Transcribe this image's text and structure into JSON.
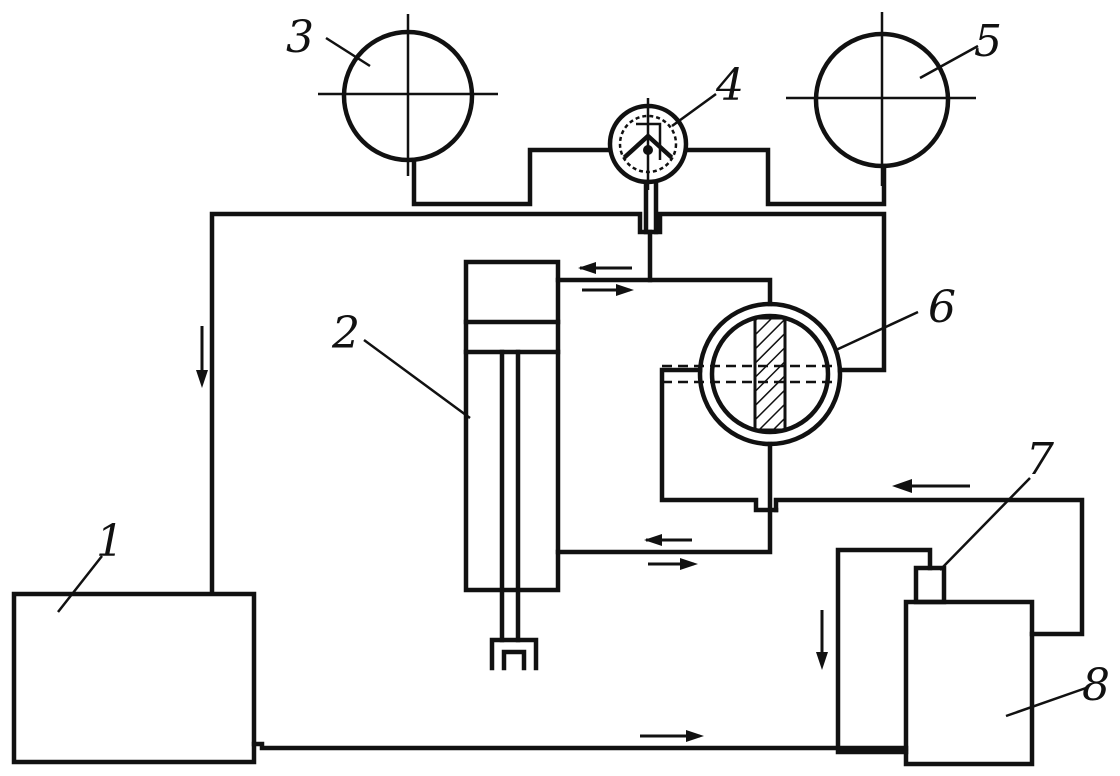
{
  "labels": {
    "l1": "1",
    "l2": "2",
    "l3": "3",
    "l4": "4",
    "l5": "5",
    "l6": "6",
    "l7": "7",
    "l8": "8"
  },
  "colors": {
    "ink": "#111111",
    "paper": "#ffffff"
  }
}
